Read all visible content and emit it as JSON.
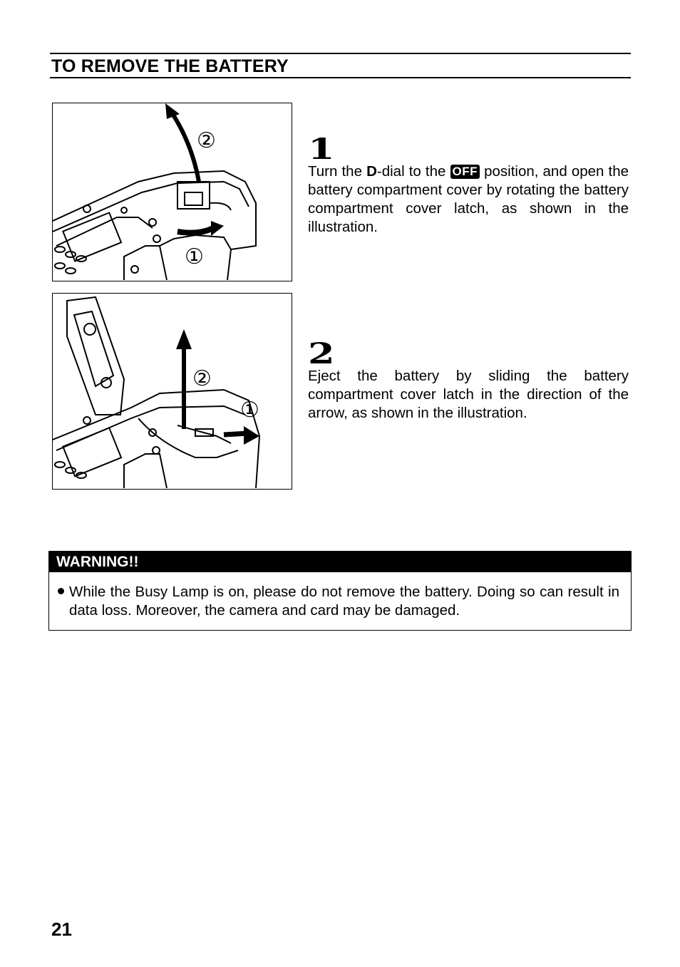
{
  "section": {
    "title": "TO REMOVE THE BATTERY"
  },
  "steps": [
    {
      "number": "1",
      "text_before": "Turn the ",
      "bold": "D",
      "text_middle": "-dial to the ",
      "icon": "OFF",
      "text_after": " position, and open the battery compartment cover by rotating the battery compartment cover latch, as shown in the illustration.",
      "callouts": [
        "①",
        "②"
      ]
    },
    {
      "number": "2",
      "text": "Eject the battery by sliding the battery compartment cover latch in the direction of the arrow, as shown in the illustration.",
      "callouts": [
        "①",
        "②"
      ]
    }
  ],
  "warning": {
    "title": "WARNING!!",
    "text": "While the Busy Lamp is on, please do not remove the battery. Doing so can result in data loss. Moreover, the camera and card may be damaged."
  },
  "page_number": "21"
}
